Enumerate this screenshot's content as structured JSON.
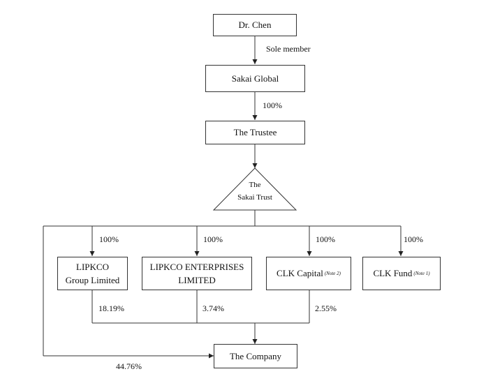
{
  "nodes": {
    "dr_chen": "Dr. Chen",
    "sakai_global": "Sakai Global",
    "trustee": "The Trustee",
    "trust_line1": "The",
    "trust_line2": "Sakai Trust",
    "lipkco_group_line1": "LIPKCO",
    "lipkco_group_line2": "Group Limited",
    "lipkco_ent_line1": "LIPKCO ENTERPRISES",
    "lipkco_ent_line2": "LIMITED",
    "clk_capital": "CLK Capital",
    "clk_capital_note": "(Note 2)",
    "clk_fund": "CLK Fund",
    "clk_fund_note": "(Note 1)",
    "company": "The Company"
  },
  "edges": {
    "sole_member": "Sole member",
    "global_to_trustee": "100%",
    "trust_to_lipkco_group": "100%",
    "trust_to_lipkco_ent": "100%",
    "trust_to_clk_capital": "100%",
    "trust_to_clk_fund": "100%",
    "lipkco_group_to_company": "18.19%",
    "lipkco_ent_to_company": "3.74%",
    "clk_capital_to_company": "2.55%",
    "trust_to_company": "44.76%"
  }
}
